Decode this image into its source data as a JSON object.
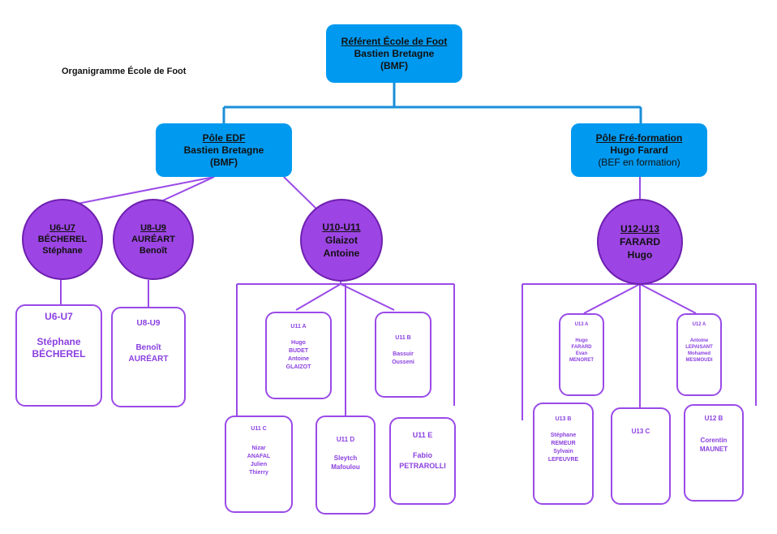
{
  "title": "Organigramme École de Foot",
  "referent": {
    "heading": "Référent École de Foot",
    "name": "Bastien Bretagne",
    "sub": "(BMF)"
  },
  "pole_edf": {
    "heading": "Pôle EDF",
    "name": "Bastien Bretagne",
    "sub": "(BMF)"
  },
  "pole_pre": {
    "heading": "Pôle Fré-formation",
    "name": "Hugo Farard",
    "sub": "(BEF en formation)"
  },
  "circles": {
    "u6u7": {
      "heading": "U6-U7",
      "l1": "BÉCHEREL",
      "l2": "Stéphane"
    },
    "u8u9": {
      "heading": "U8-U9",
      "l1": "AURÉART",
      "l2": "Benoît"
    },
    "u10u11": {
      "heading": "U10-U11",
      "l1": "Glaizot",
      "l2": "Antoine"
    },
    "u12u13": {
      "heading": "U12-U13",
      "l1": "FARARD",
      "l2": "Hugo"
    }
  },
  "cards": {
    "u6u7": {
      "heading": "U6-U7",
      "l1": "Stéphane",
      "l2": "BÉCHEREL"
    },
    "u8u9": {
      "heading": "U8-U9",
      "l1": "Benoît",
      "l2": "AURÉART"
    },
    "u11a": {
      "heading": "U11 A",
      "l1": "Hugo",
      "l2": "BUDET",
      "l3": "Antoine",
      "l4": "GLAIZOT"
    },
    "u11b": {
      "heading": "U11 B",
      "l1": "Bassuir",
      "l2": "Ousseni"
    },
    "u11c": {
      "heading": "U11 C",
      "l1": "Nizar",
      "l2": "ANAFAL",
      "l3": "Julien",
      "l4": "Thierry"
    },
    "u11d": {
      "heading": "U11 D",
      "l1": "Sleytch",
      "l2": "Mafoulou"
    },
    "u11e": {
      "heading": "U11 E",
      "l1": "Fabio",
      "l2": "PETRAROLLI"
    },
    "u13a": {
      "heading": "U13 A",
      "l1": "Hugo",
      "l2": "FARARD",
      "l3": "Evan",
      "l4": "MENORET"
    },
    "u12a": {
      "heading": "U12 A",
      "l1": "Antoine",
      "l2": "LEPAISANT",
      "l3": "Mohamed",
      "l4": "MESMOUDI"
    },
    "u13b": {
      "heading": "U13 B",
      "l1": "Stéphane",
      "l2": "REMEUR",
      "l3": "Sylvain",
      "l4": "LEFEUVRE"
    },
    "u13c": {
      "heading": "U13 C"
    },
    "u12b": {
      "heading": "U12 B",
      "l1": "Corentin",
      "l2": "MAUNET"
    }
  },
  "colors": {
    "blue": "#0099f0",
    "purple": "#9d45e4",
    "line_blue": "#1a8fd8",
    "line_purple": "#9a4ae8"
  }
}
